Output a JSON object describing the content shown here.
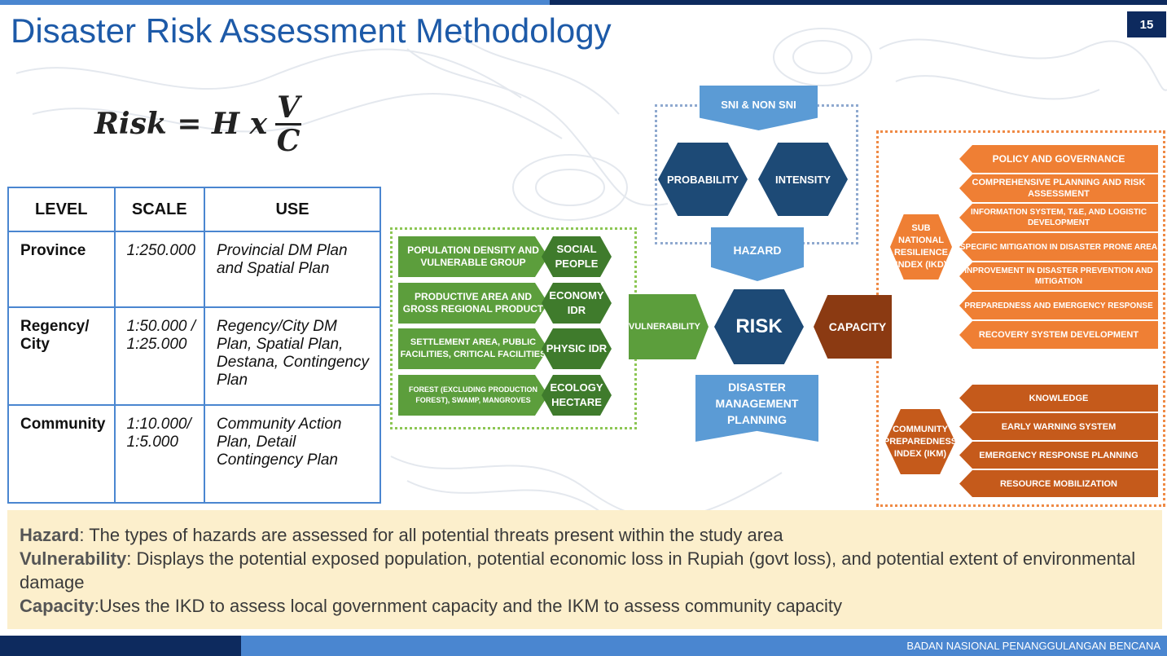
{
  "title": "Disaster Risk Assessment Methodology",
  "page_number": "15",
  "formula": {
    "left": "Risk = H x",
    "numerator": "V",
    "denominator": "C"
  },
  "table": {
    "headers": [
      "LEVEL",
      "SCALE",
      "USE"
    ],
    "rows": [
      [
        "Province",
        "1:250.000",
        "Provincial DM Plan and Spatial Plan"
      ],
      [
        "Regency/ City",
        "1:50.000 / 1:25.000",
        "Regency/City DM Plan, Spatial Plan, Destana, Contingency Plan"
      ],
      [
        "Community",
        "1:10.000/ 1:5.000",
        "Community Action Plan, Detail Contingency Plan"
      ]
    ]
  },
  "vulnerability_inputs": [
    {
      "desc": "POPULATION DENSITY AND VULNERABLE GROUP",
      "type": "SOCIAL PEOPLE"
    },
    {
      "desc": "PRODUCTIVE AREA AND GROSS REGIONAL PRODUCT",
      "type": "ECONOMY IDR"
    },
    {
      "desc": "SETTLEMENT AREA, PUBLIC FACILITIES, CRITICAL FACILITIES",
      "type": "PHYSIC IDR"
    },
    {
      "desc": "FOREST (EXCLUDING PRODUCTION FOREST), SWAMP, MANGROVES",
      "type": "ECOLOGY HECTARE"
    }
  ],
  "hazard": {
    "source": "SNI & NON SNI",
    "probability": "PROBABILITY",
    "intensity": "INTENSITY",
    "label": "HAZARD"
  },
  "center": {
    "vulnerability": "VULNERABILITY",
    "risk": "RISK",
    "capacity": "CAPACITY",
    "planning": "DISASTER MANAGEMENT PLANNING"
  },
  "ikd": {
    "label": "SUB NATIONAL RESILIENCE INDEX (IKD)",
    "items": [
      "POLICY AND GOVERNANCE",
      "COMPREHENSIVE PLANNING AND RISK ASSESSMENT",
      "INFORMATION SYSTEM, T&E, AND LOGISTIC DEVELOPMENT",
      "SPECIFIC MITIGATION IN DISASTER PRONE AREA",
      "INPROVEMENT IN DISASTER PREVENTION AND MITIGATION",
      "PREPAREDNESS AND EMERGENCY RESPONSE",
      "RECOVERY SYSTEM DEVELOPMENT"
    ]
  },
  "ikm": {
    "label": "COMMUNITY PREPAREDNESS INDEX (IKM)",
    "items": [
      "KNOWLEDGE",
      "EARLY WARNING SYSTEM",
      "EMERGENCY RESPONSE PLANNING",
      "RESOURCE MOBILIZATION"
    ]
  },
  "definitions": [
    {
      "term": "Hazard",
      "sep": ": ",
      "text": "The types of hazards are assessed for all potential threats present within the study area"
    },
    {
      "term": "Vulnerability",
      "sep": ": ",
      "text": "Displays the potential exposed population, potential economic loss in Rupiah (govt loss), and potential extent of environmental damage"
    },
    {
      "term": "Capacity",
      "sep": ":",
      "text": "Uses the IKD to assess local government capacity and the IKM to assess community capacity"
    }
  ],
  "organization": "BADAN NASIONAL PENANGGULANGAN BENCANA",
  "colors": {
    "navy": "#0d2a5e",
    "accent_blue": "#4a86d0",
    "green": "#5c9e3c",
    "dark_blue": "#1d4a76",
    "light_blue": "#5b9bd5",
    "brown": "#8b3a12",
    "orange": "#ef7f34",
    "dark_orange": "#c55a1b",
    "note_bg": "#fcefcc"
  }
}
